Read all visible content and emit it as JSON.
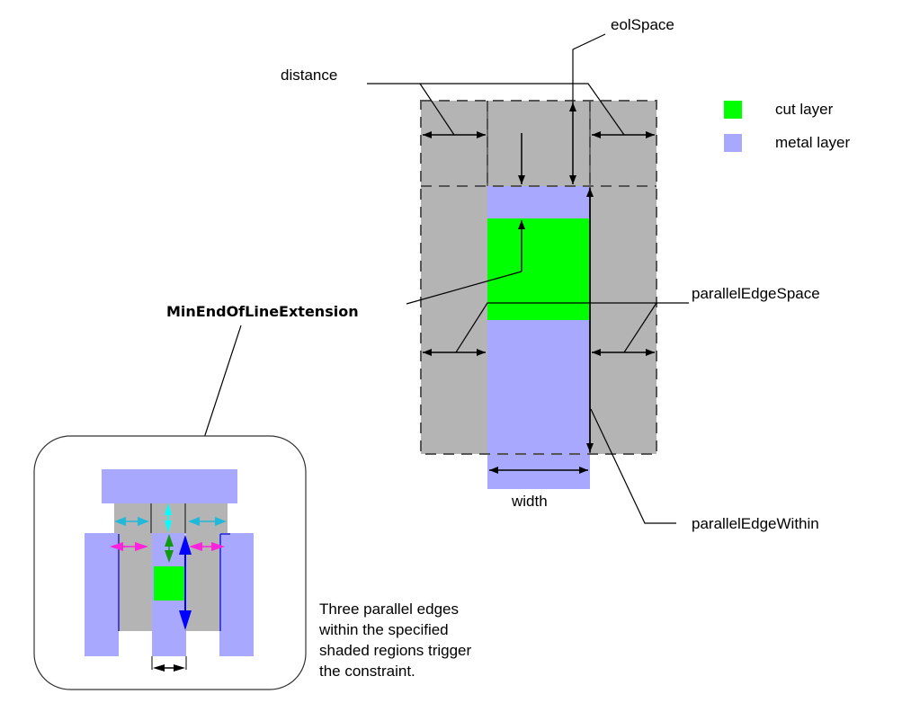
{
  "diagram": {
    "title": "MinEndOfLineExtension",
    "labels": {
      "eol_space": "eolSpace",
      "distance": "distance",
      "parallel_edge_space": "parallelEdgeSpace",
      "parallel_edge_within": "parallelEdgeWithin",
      "width": "width"
    },
    "legend": [
      {
        "label": "cut layer",
        "color": "#00ff00"
      },
      {
        "label": "metal layer",
        "color": "#a8a8ff"
      }
    ],
    "colors": {
      "cut": "#00ff00",
      "metal": "#a8a8ff",
      "region": "#b4b4b4",
      "dash": "#555555",
      "cyan_arrow": "#22b8d8",
      "light_cyan_arrow": "#00ffff",
      "magenta_arrow": "#ff22dd",
      "green_arrow": "#119911",
      "blue_arrow": "#0000ff"
    },
    "inset_caption": [
      "Three parallel edges",
      "within the specified",
      "shaded regions trigger",
      "the constraint."
    ]
  }
}
